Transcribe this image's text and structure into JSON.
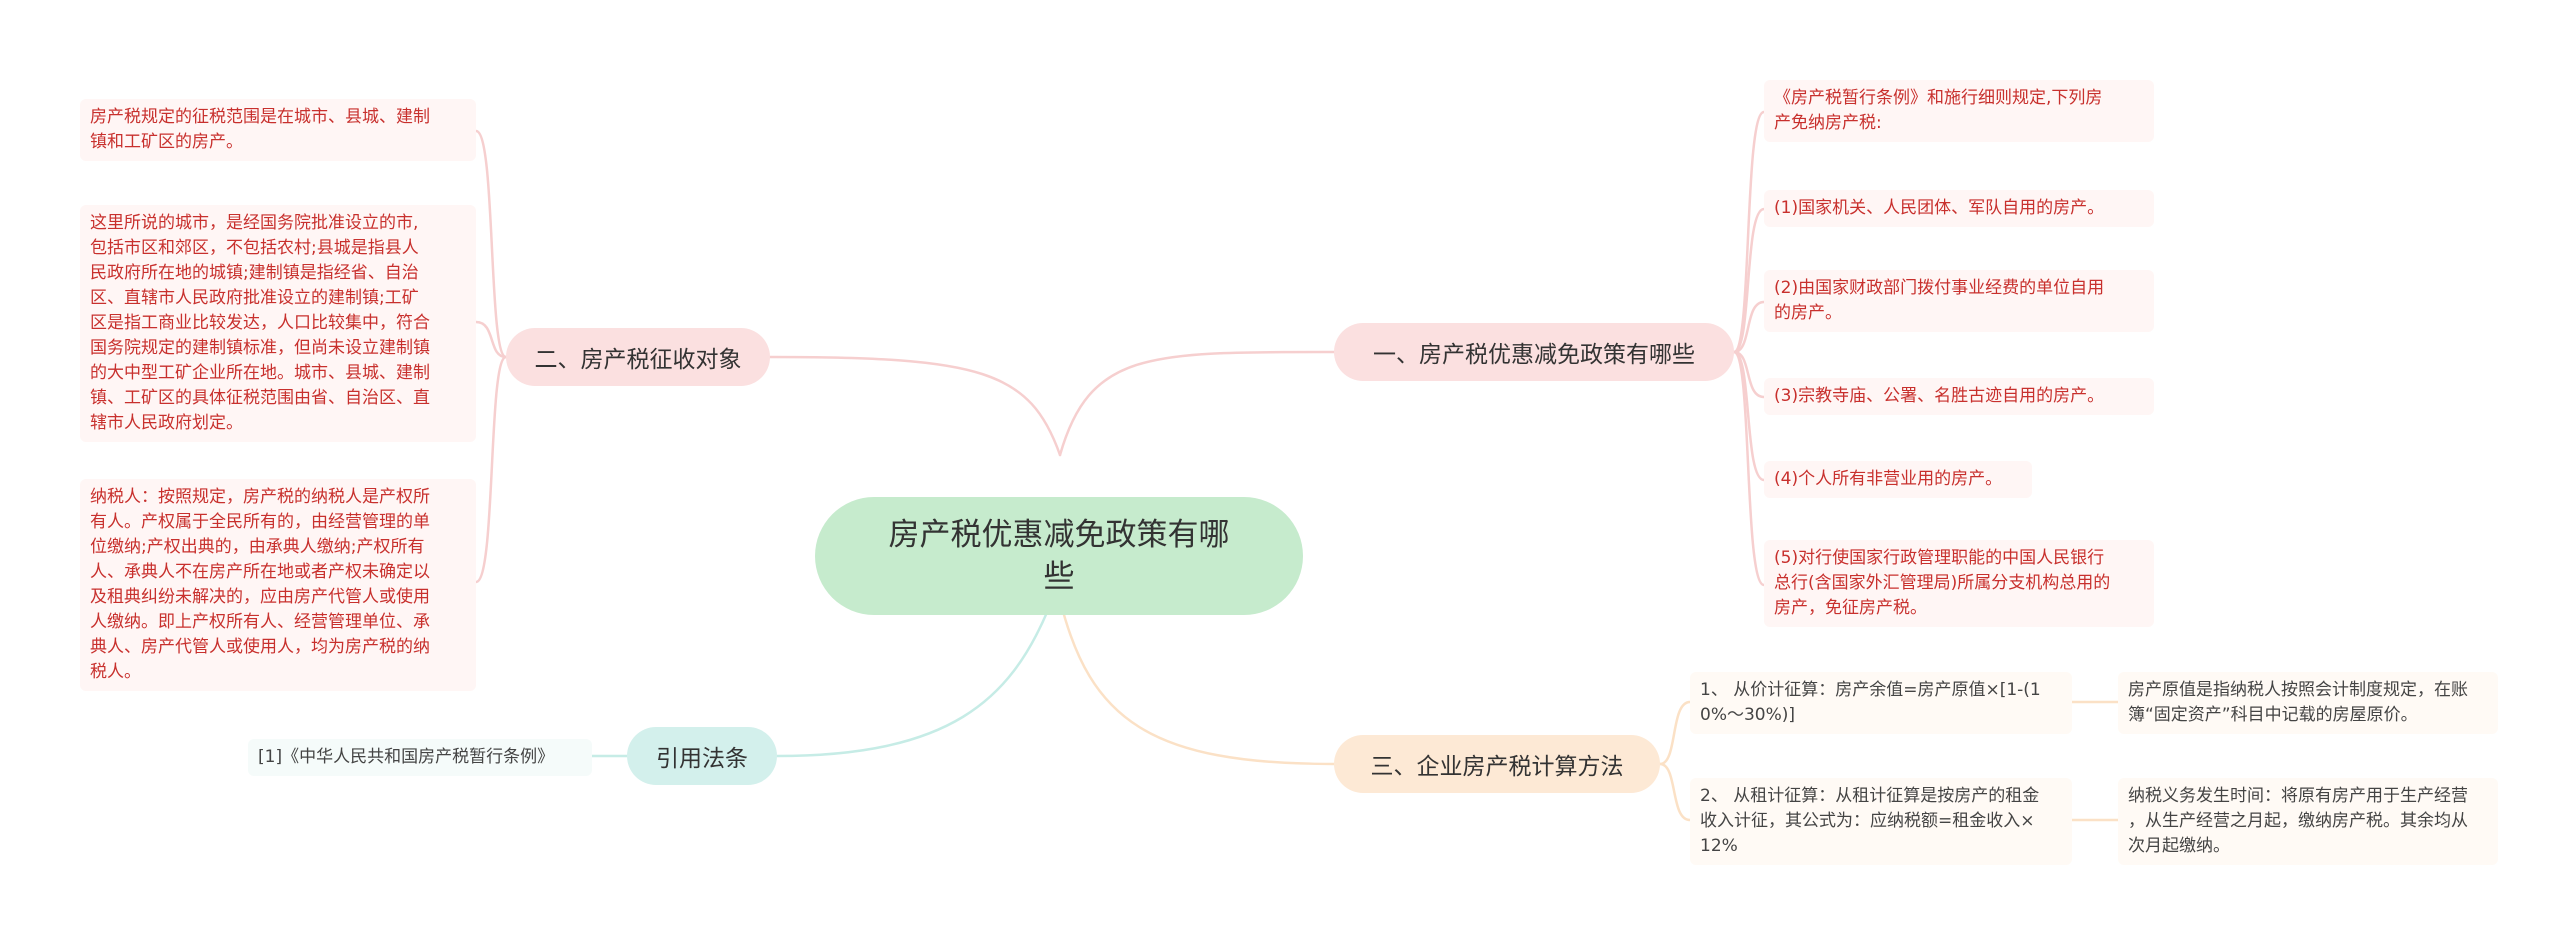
{
  "root": {
    "title": "房产税优惠减免政策有哪些"
  },
  "branches": {
    "b1": {
      "label": "一、房产税优惠减免政策有哪些"
    },
    "b2": {
      "label": "二、房产税征收对象"
    },
    "b3": {
      "label": "三、企业房产税计算方法"
    },
    "b4": {
      "label": "引用法条"
    }
  },
  "b1_leaves": [
    "《房产税暂行条例》和施行细则规定,下列房\n产免纳房产税:",
    "(1)国家机关、人民团体、军队自用的房产。",
    "(2)由国家财政部门拨付事业经费的单位自用\n的房产。",
    "(3)宗教寺庙、公署、名胜古迹自用的房产。",
    "(4)个人所有非营业用的房产。",
    "(5)对行使国家行政管理职能的中国人民银行\n总行(含国家外汇管理局)所属分支机构总用的\n房产，免征房产税。"
  ],
  "b2_leaves": [
    "房产税规定的征税范围是在城市、县城、建制\n镇和工矿区的房产。",
    "这里所说的城市，是经国务院批准设立的市,\n包括市区和郊区，不包括农村;县城是指县人\n民政府所在地的城镇;建制镇是指经省、自治\n区、直辖市人民政府批准设立的建制镇;工矿\n区是指工商业比较发达，人口比较集中，符合\n国务院规定的建制镇标准，但尚未设立建制镇\n的大中型工矿企业所在地。城市、县城、建制\n镇、工矿区的具体征税范围由省、自治区、直\n辖市人民政府划定。",
    "纳税人：按照规定，房产税的纳税人是产权所\n有人。产权属于全民所有的，由经营管理的单\n位缴纳;产权出典的，由承典人缴纳;产权所有\n人、承典人不在房产所在地或者产权未确定以\n及租典纠纷未解决的，应由房产代管人或使用\n人缴纳。即上产权所有人、经营管理单位、承\n典人、房产代管人或使用人，均为房产税的纳\n税人。"
  ],
  "b3_items": [
    {
      "text": "1、 从价计征算：房产余值=房产原值×[1-(1\n0%～30%)]",
      "note": "房产原值是指纳税人按照会计制度规定，在账\n簿“固定资产”科目中记载的房屋原价。"
    },
    {
      "text": "2、 从租计征算：从租计征算是按房产的租金\n收入计征，其公式为：应纳税额=租金收入×\n12%",
      "note": "纳税义务发生时间：将原有房产用于生产经营\n，从生产经营之月起，缴纳房产税。其余均从\n次月起缴纳。"
    }
  ],
  "b4_leaves": [
    "[1]《中华人民共和国房产税暂行条例》"
  ],
  "colors": {
    "root_fill": "#c6ebcd",
    "pink_fill": "#fbe0e0",
    "mint_fill": "#d3f0ec",
    "peach_fill": "#fde9d5",
    "leaf_red_text": "#c8302d"
  }
}
